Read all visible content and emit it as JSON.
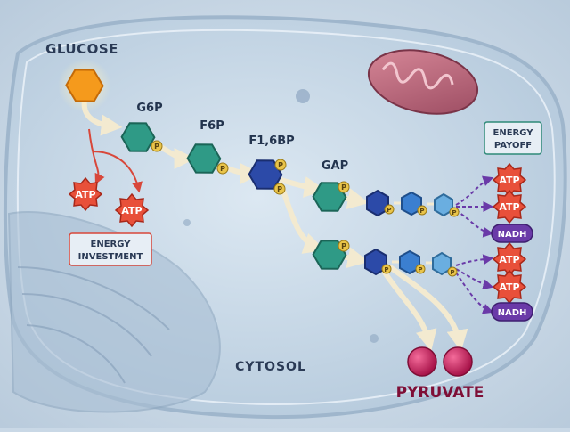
{
  "labels": {
    "glucose": "GLUCOSE",
    "g6p": "G6P",
    "f6p": "F6P",
    "f16bp": "F1,6BP",
    "gap": "GAP",
    "cytosol": "CYTOSOL",
    "pyruvate": "PYRUVATE",
    "phosphate": "P"
  },
  "energy_investment": {
    "line1": "ENERGY",
    "line2": "INVESTMENT",
    "atp": "ATP"
  },
  "energy_payoff": {
    "line1": "ENERGY",
    "line2": "PAYOFF"
  },
  "payoff_products": {
    "upper": [
      "ATP",
      "ATP",
      "NADH"
    ],
    "lower": [
      "ATP",
      "ATP",
      "NADH"
    ]
  },
  "colors": {
    "glucose": "#f59a1c",
    "intermediate": "#2f9a86",
    "bisphosphate": "#2c4aa8",
    "atp": "#e8503a",
    "nadh": "#6a3aa8",
    "pyruvate": "#c8265e"
  }
}
